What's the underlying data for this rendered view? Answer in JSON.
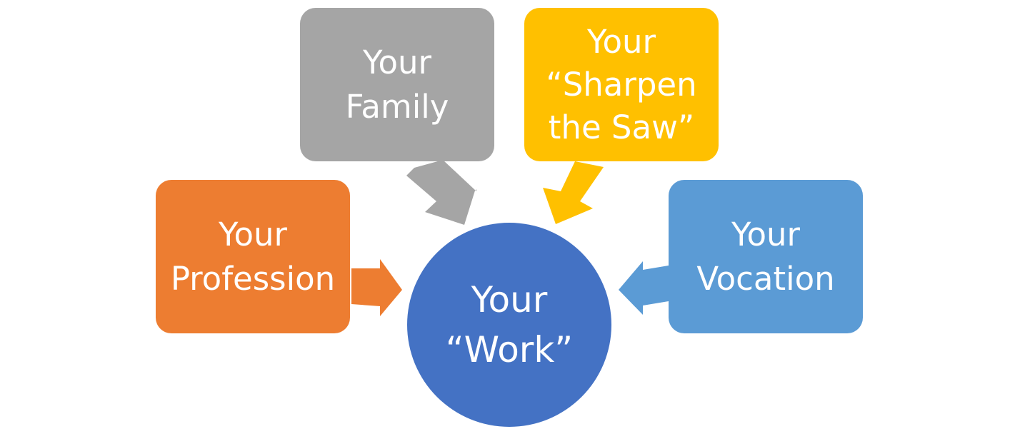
{
  "nodes": {
    "family": {
      "line1": "Your",
      "line2": "Family",
      "color": "#a5a5a5"
    },
    "sharpen": {
      "line1": "Your",
      "line2": "“Sharpen",
      "line3": "the Saw”",
      "color": "#ffc000"
    },
    "profession": {
      "line1": "Your",
      "line2": "Profession",
      "color": "#ed7d31"
    },
    "vocation": {
      "line1": "Your",
      "line2": "Vocation",
      "color": "#5b9bd5"
    },
    "work": {
      "line1": "Your",
      "line2": "“Work”",
      "color": "#4472c4"
    }
  },
  "edges": [
    {
      "from": "family",
      "to": "work"
    },
    {
      "from": "sharpen",
      "to": "work"
    },
    {
      "from": "profession",
      "to": "work"
    },
    {
      "from": "vocation",
      "to": "work"
    }
  ]
}
